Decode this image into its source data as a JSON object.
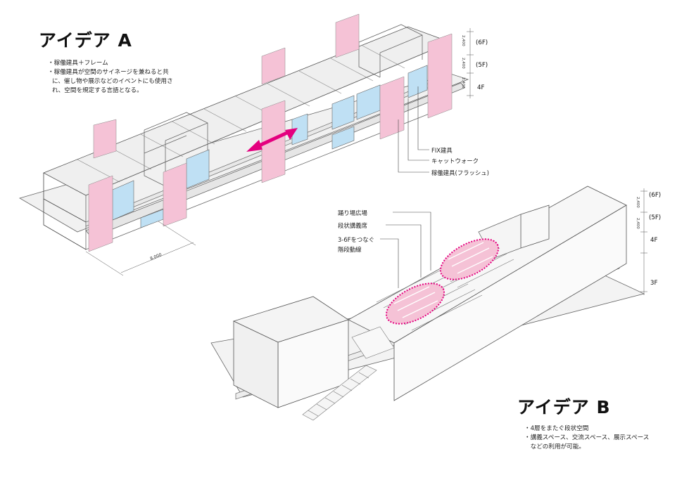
{
  "idea_a": {
    "title": "アイデア A",
    "notes": [
      "・稼働建具＋フレーム",
      "・稼働建具が空間のサイネージを兼ねると共",
      "に、催し物や展示などのイベントにも使用さ",
      "れ、空間を規定する言語となる。"
    ],
    "callouts": {
      "fix": "FIX建具",
      "catwalk": "キャットウォーク",
      "movable": "稼働建具(フラッシュ)"
    },
    "floors": {
      "f6": "(6F)",
      "f5": "(5F)",
      "f4": "4F"
    },
    "dims": {
      "d1": "2,400",
      "d2": "2,400",
      "d3": "2,400",
      "width": "8,000"
    },
    "colors": {
      "pink": "#f5c2d6",
      "blue": "#bfe0f4",
      "magenta": "#e4007f"
    }
  },
  "idea_b": {
    "title": "アイデア B",
    "notes": [
      "・4層をまたぐ段状空間",
      "・講義スペース、交流スペース、展示スペース",
      "　などの利用が可能。"
    ],
    "callouts": {
      "plaza": "踊り場広場",
      "seating": "段状講義席",
      "stair_1": "3-6Fをつなぐ",
      "stair_2": "階段動線"
    },
    "floors": {
      "f6": "(6F)",
      "f5": "(5F)",
      "f4": "4F",
      "f3": "3F"
    },
    "dims": {
      "d1": "2,400",
      "d2": "2,400"
    }
  }
}
